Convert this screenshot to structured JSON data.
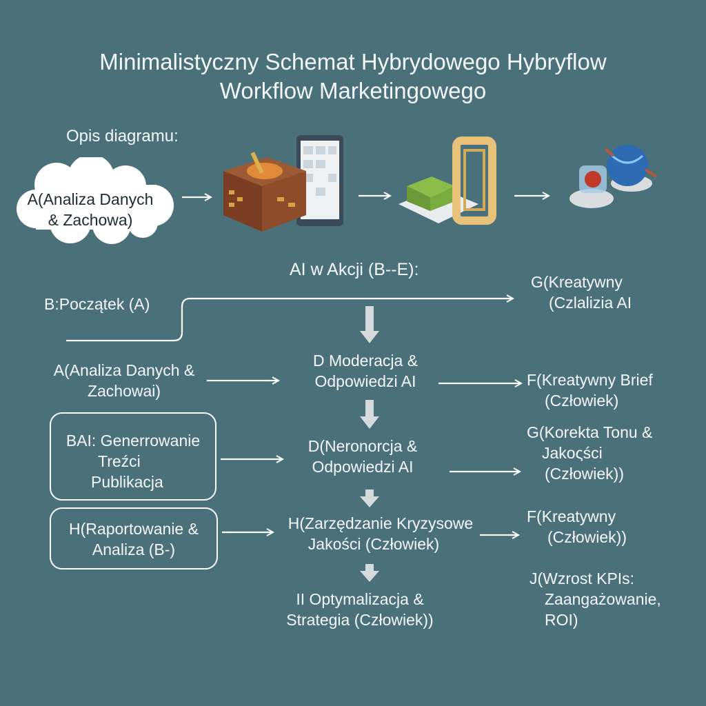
{
  "title": {
    "line1": "Minimalistyczny Schemat Hybrydowego Hybryflow",
    "line2": "Workflow Marketingowego"
  },
  "opis_label": "Opis diagramu:",
  "cloud": {
    "line1": "A(Analiza Danych",
    "line2": "& Zachowa)"
  },
  "ai_header": "AI w Akcji (B--E):",
  "left": {
    "b_start": "B:Początek (A)",
    "a_line1": "A(Analiza Danych &",
    "a_line2": "Zachowai)",
    "bai_line1": "BAI: Generrowanie",
    "bai_line2": "Treźci",
    "bai_line3": "Publikacja",
    "h_line1": "H(Raportowanie &",
    "h_line2": "Analiza (B-)"
  },
  "center": {
    "d1_line1": "D Moderacja &",
    "d1_line2": "Odpowiedzi AI",
    "d2_line1": "D(Neronorcja &",
    "d2_line2": "Odpowiedzi AI",
    "h_line1": "H(Zarzędzanie Kryzysowe",
    "h_line2": "Jakości (Człowiek)",
    "i_line1": "II Optymalizacja &",
    "i_line2": "Strategia (Człowiek))"
  },
  "right": {
    "g1_line1": "G(Kreatywny",
    "g1_line2": "(Czlalizia AI",
    "f1_line1": "F(Kreatywny Brief",
    "f1_line2": "(Człowiek)",
    "g2_line1": "G(Korekta Tonu &",
    "g2_line2": "Jakoςści",
    "g2_line3": "(Człowiek))",
    "f2_line1": "F(Kreatywny",
    "f2_line2": "(Człowiek))",
    "j_line1": "J(Wzrost KPIs:",
    "j_line2": "Zaangażowanie,",
    "j_line3": "ROI)"
  },
  "icons": [
    "cloud-icon",
    "archive-box-icon",
    "tablet-icon",
    "package-icon",
    "frame-icon",
    "globe-robot-icon"
  ],
  "colors": {
    "background": "#4a7079",
    "text": "#ffffff",
    "arrow": "#ffffff",
    "down_arrow": "#d5dbdd"
  }
}
